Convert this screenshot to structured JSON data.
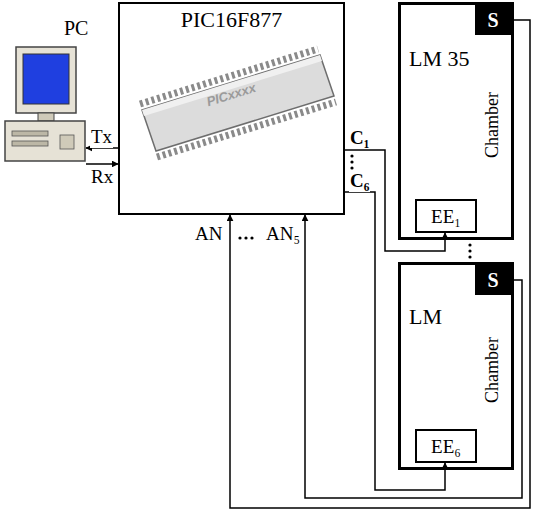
{
  "diagram": {
    "nodes": [
      {
        "text": [
          "PC"
        ]
      },
      {
        "text": [
          "PIC16F877"
        ]
      },
      {
        "text": [
          "LM 35",
          "Chamber"
        ]
      },
      {
        "text": [
          "S"
        ],
        "in": 2
      },
      {
        "text": [
          "EE₁"
        ],
        "in": 2
      },
      {
        "text": [
          "LM",
          "Chamber"
        ]
      },
      {
        "text": [
          "S"
        ],
        "in": 5
      },
      {
        "text": [
          "EE₆"
        ],
        "in": 5
      }
    ],
    "edges": [
      {
        "from": 1,
        "to": 0,
        "label": "Tx",
        "arrow": "to"
      },
      {
        "from": 0,
        "to": 1,
        "label": "Rx",
        "arrow": "to"
      },
      {
        "from": 1,
        "to": 4,
        "label": "C₁",
        "arrow": "to"
      },
      {
        "from": 1,
        "to": 7,
        "label": "C₆",
        "arrow": "to"
      },
      {
        "from": 3,
        "to": 1,
        "label": "AN",
        "arrow": "to"
      },
      {
        "from": 6,
        "to": 1,
        "label": "AN₅",
        "arrow": "to"
      }
    ],
    "labels": [
      "PICxxxx"
    ]
  }
}
